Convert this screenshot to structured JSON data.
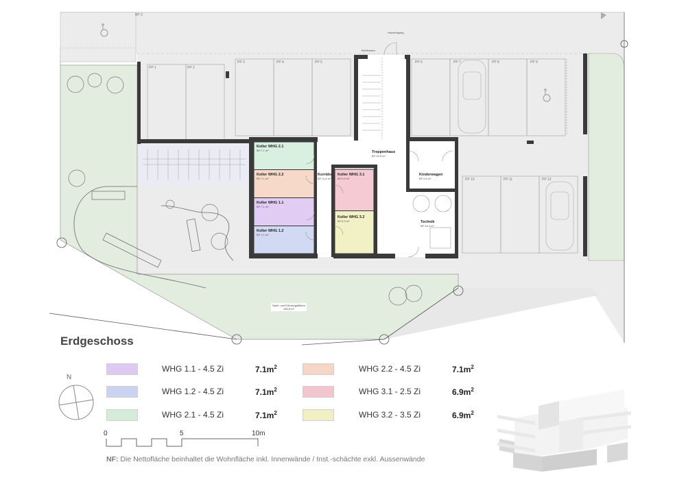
{
  "plan": {
    "title": "Erdgeschoss",
    "colors": {
      "wall": "#3a3a3a",
      "paving": "#ececec",
      "garden": "#e2ecdf",
      "bike_area": "#ebebf6"
    },
    "entrance": {
      "label": "Hauseingang",
      "mailbox_label": "Briefkasten"
    },
    "parking": [
      {
        "id": "pp1",
        "label": "PP 1"
      },
      {
        "id": "pp2",
        "label": "PP 2"
      },
      {
        "id": "pp3",
        "label": "PP 3"
      },
      {
        "id": "pp4",
        "label": "PP 4"
      },
      {
        "id": "pp5",
        "label": "PP 5"
      },
      {
        "id": "pp6",
        "label": "PP 6"
      },
      {
        "id": "pp7",
        "label": "PP 7"
      },
      {
        "id": "pp8",
        "label": "PP 8"
      },
      {
        "id": "pp9",
        "label": "PP 9"
      },
      {
        "id": "pp10",
        "label": "PP 10"
      },
      {
        "id": "pp11",
        "label": "PP 11"
      },
      {
        "id": "pp12",
        "label": "PP 12"
      },
      {
        "id": "bp3",
        "label": "BP 3"
      }
    ],
    "rooms": [
      {
        "id": "keller-21",
        "name": "Keller WHG 2.1",
        "area": "BF:7.1 m²",
        "color": "#d9efe0"
      },
      {
        "id": "keller-22",
        "name": "Keller WHG 2.2",
        "area": "BF:7.1 m²",
        "color": "#f7d9c9"
      },
      {
        "id": "keller-11",
        "name": "Keller WHG 1.1",
        "area": "BF:7.1 m²",
        "color": "#e1cdf3"
      },
      {
        "id": "keller-12",
        "name": "Keller WHG 1.2",
        "area": "BF:7.1 m²",
        "color": "#d2d9f3"
      },
      {
        "id": "keller-31",
        "name": "Keller WHG 3.1",
        "area": "BF:6.9 m²",
        "color": "#f5cad2"
      },
      {
        "id": "keller-32",
        "name": "Keller WHG 3.2",
        "area": "BF:6.9 m²",
        "color": "#f2f1c6"
      },
      {
        "id": "korridor",
        "name": "Korridor",
        "area": "BF:11.6 m²",
        "color": "#ffffff"
      },
      {
        "id": "treppenhaus",
        "name": "Treppenhaus",
        "area": "BF:18.5 m²",
        "color": "#ffffff"
      },
      {
        "id": "kinderwagen",
        "name": "Kinderwagen",
        "area": "BF:9.6 m²",
        "color": "#ffffff"
      },
      {
        "id": "technik",
        "name": "Technik",
        "area": "BF:18.4 m²",
        "color": "#ffffff"
      }
    ],
    "playground": {
      "label": "Spiel- und Erholungsfläche",
      "area": "155.8 m²"
    }
  },
  "legend": {
    "items": [
      {
        "name": "WHG 1.1 - 4.5 Zi",
        "value": "7.1m",
        "unit": "2",
        "color": "#ddc9f1"
      },
      {
        "name": "WHG 1.2 - 4.5 Zi",
        "value": "7.1m",
        "unit": "2",
        "color": "#cbd3f1"
      },
      {
        "name": "WHG 2.1 - 4.5 Zi",
        "value": "7.1m",
        "unit": "2",
        "color": "#d5ecda"
      },
      {
        "name": "WHG 2.2 - 4.5 Zi",
        "value": "7.1m",
        "unit": "2",
        "color": "#f6d6c6"
      },
      {
        "name": "WHG 3.1 - 2.5 Zi",
        "value": "6.9m",
        "unit": "2",
        "color": "#f3c6cf"
      },
      {
        "name": "WHG 3.2 - 3.5 Zi",
        "value": "6.9m",
        "unit": "2",
        "color": "#f1efc4"
      }
    ]
  },
  "compass": {
    "label": "N"
  },
  "scale": {
    "ticks": [
      "0",
      "5",
      "10m"
    ]
  },
  "note": {
    "prefix": "NF:",
    "text": " Die Nettofläche beinhaltet die Wohnfläche inkl. Innenwände / Inst.-schächte exkl. Aussenwände"
  }
}
